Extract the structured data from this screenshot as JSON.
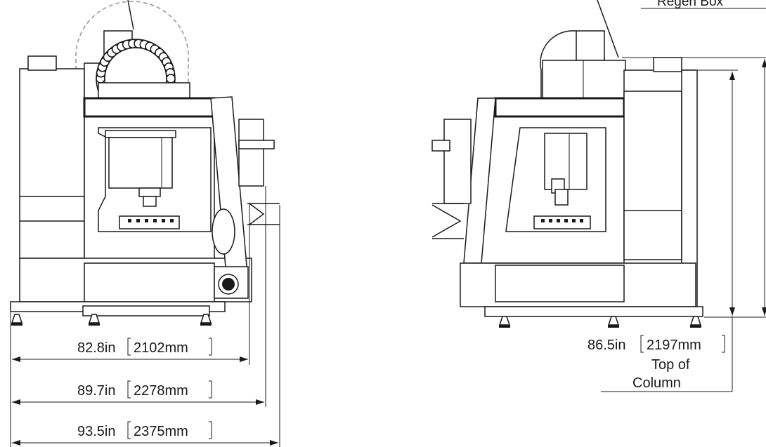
{
  "left_view": {
    "dimensions": [
      {
        "value": "82.8in",
        "metric": "2102mm"
      },
      {
        "value": "89.7in",
        "metric": "2278mm"
      },
      {
        "value": "93.5in",
        "metric": "2375mm"
      }
    ]
  },
  "right_view": {
    "callout_regen": "Regen Box",
    "height_value": "86.5in",
    "height_metric": "2197mm",
    "height_caption_line1": "Top of",
    "height_caption_line2": "Column"
  }
}
